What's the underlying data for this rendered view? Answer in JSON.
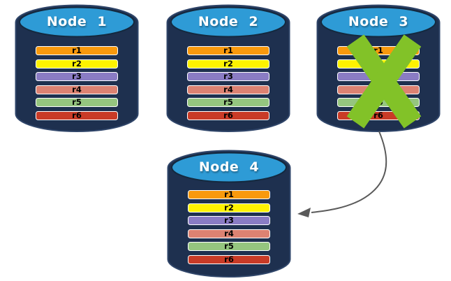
{
  "diagram": {
    "type": "database-replication-failover",
    "nodes": [
      {
        "label": "Node 1",
        "failed": false,
        "rows": [
          "r1",
          "r2",
          "r3",
          "r4",
          "r5",
          "r6"
        ]
      },
      {
        "label": "Node 2",
        "failed": false,
        "rows": [
          "r1",
          "r2",
          "r3",
          "r4",
          "r5",
          "r6"
        ]
      },
      {
        "label": "Node 3",
        "failed": true,
        "rows": [
          "r1",
          "r2",
          "r3",
          "r4",
          "r5",
          "r6"
        ]
      },
      {
        "label": "Node 4",
        "failed": false,
        "rows": [
          "r1",
          "r2",
          "r3",
          "r4",
          "r5",
          "r6"
        ]
      }
    ],
    "replica_colors": {
      "r1": "#F8990D",
      "r2": "#FEF200",
      "r3": "#8A7CC4",
      "r4": "#DC8272",
      "r5": "#95C57F",
      "r6": "#C93B27"
    },
    "colors": {
      "cylinder_body": "#1E304F",
      "cylinder_edge": "#2F4569",
      "cylinder_top": "#2E9BD6",
      "cylinder_top_edge": "#14293F",
      "title_text": "#FFFFFF",
      "row_border": "#FFFFFF",
      "row_text": "#000000",
      "failure_x": "#82C228",
      "arrow": "#5A5A5A"
    },
    "arrow": {
      "from": "Node 3",
      "to": "Node 4"
    }
  }
}
